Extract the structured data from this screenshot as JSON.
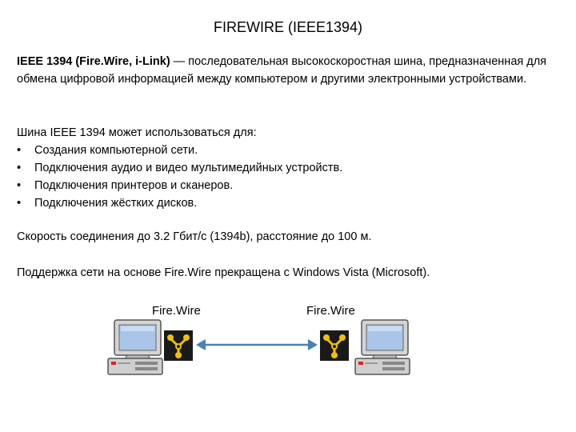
{
  "title": "FIREWIRE (IEEE1394)",
  "intro": {
    "bold_part": "IEEE 1394 (Fire.Wire, i-Link)",
    "rest": " — последовательная высокоскоростная шина, предназначенная для обмена цифровой информацией между компьютером и другими электронными устройствами."
  },
  "usage": {
    "heading": "Шина IEEE 1394 может использоваться для:",
    "bullet_symbol": "•",
    "items": [
      "Создания компьютерной сети.",
      "Подключения аудио и видео мультимедийных устройств.",
      "Подключения принтеров и сканеров.",
      "Подключения жёстких дисков."
    ]
  },
  "speed": "Скорость соединения до 3.2 Гбит/c (1394b), расстояние до 100 м.",
  "support": "Поддержка сети на основе Fire.Wire прекращена с Windows Vista (Microsoft).",
  "diagram": {
    "left_label": "Fire.Wire",
    "right_label": "Fire.Wire",
    "computer_icon": "desktop-computer-icon",
    "logo_icon": "firewire-logo-icon",
    "arrow_color": "#4a7ebb",
    "logo_bg_color": "#1a1a1a",
    "logo_fg_color": "#f2c100"
  }
}
